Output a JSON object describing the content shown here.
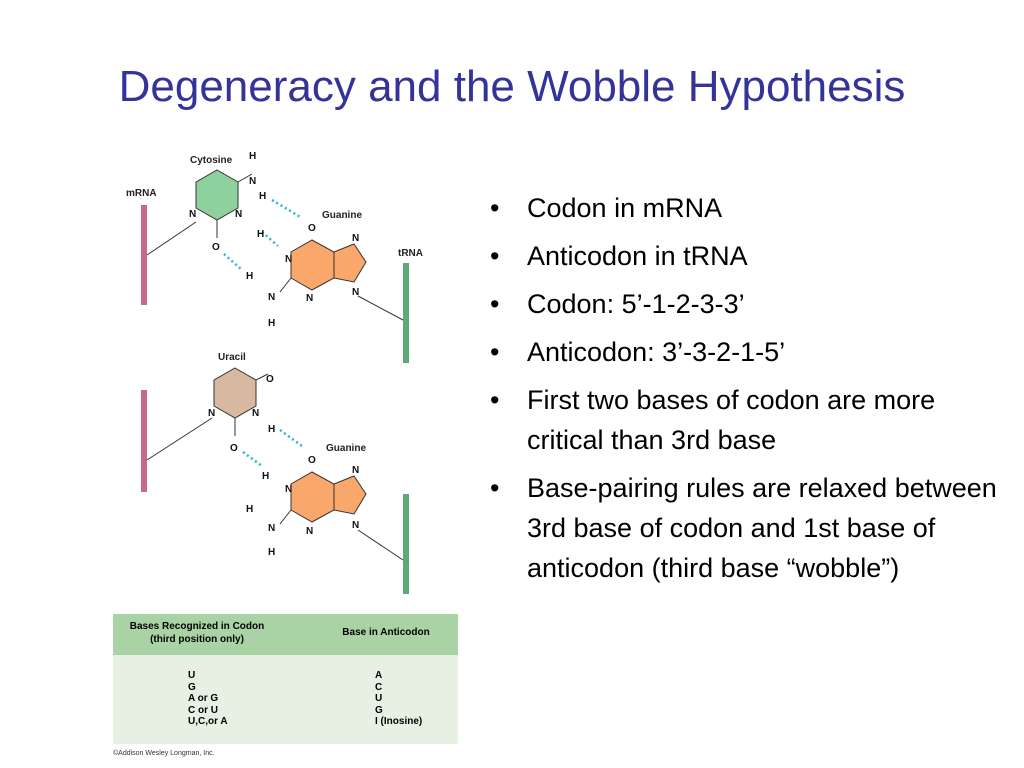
{
  "slide": {
    "title": "Degeneracy and the Wobble Hypothesis",
    "bullets": [
      "Codon in mRNA",
      "Anticodon in tRNA",
      "Codon: 5’-1-2-3-3’",
      "Anticodon: 3’-3-2-1-5’",
      "First two bases of codon are more critical than 3rd base",
      "Base-pairing rules are relaxed between 3rd base of codon and 1st base of anticodon (third base “wobble”)"
    ],
    "bullet_glyph": "•"
  },
  "figure": {
    "top_pair": {
      "codon_base": "Cytosine",
      "anticodon_base": "Guanine",
      "mrna_label": "mRNA",
      "trna_label": "tRNA"
    },
    "bottom_pair": {
      "codon_base": "Uracil",
      "anticodon_base": "Guanine"
    },
    "colors": {
      "cytosine": "#8fd19e",
      "guanine": "#f9a76a",
      "uracil": "#d9b8a2",
      "mrna_strand": "#c56b87",
      "trna_strand": "#5fa978",
      "hbond": "#27b4d6"
    }
  },
  "table": {
    "header_col1_line1": "Bases Recognized in Codon",
    "header_col1_line2": "(third position only)",
    "header_col2": "Base in Anticodon",
    "codon_bases": [
      "U",
      "G",
      "A or G",
      "C or U",
      "U,C,or A"
    ],
    "anticodon_bases": [
      "A",
      "C",
      "U",
      "G",
      "I (Inosine)"
    ]
  },
  "copyright": "©Addison Wesley Longman, Inc."
}
